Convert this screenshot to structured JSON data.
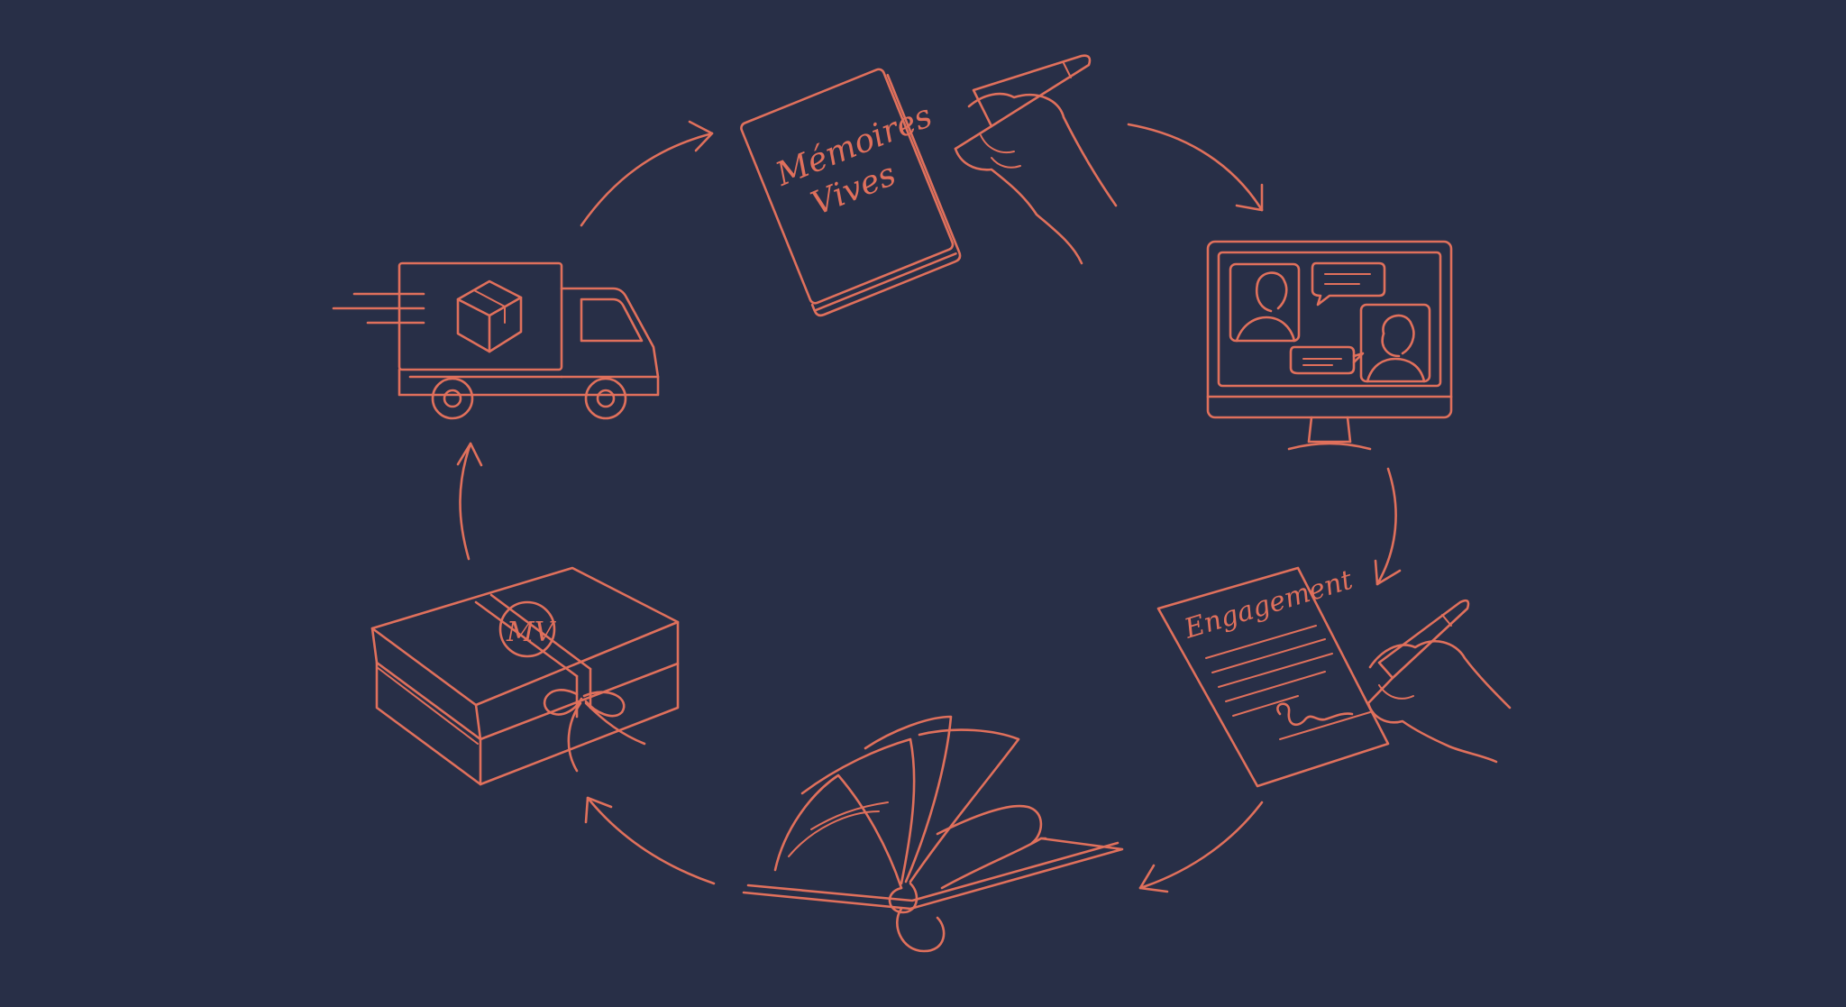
{
  "colors": {
    "background": "#282f47",
    "line": "#e0705c"
  },
  "icons": [
    "notebook-icon",
    "video-call-monitor-icon",
    "signed-contract-icon",
    "open-book-icon",
    "gift-box-icon",
    "delivery-truck-icon"
  ],
  "notebook": {
    "title_line1": "Mémoires",
    "title_line2": "Vives"
  },
  "contract": {
    "title": "Engagement"
  },
  "gift": {
    "monogram": "MV"
  }
}
